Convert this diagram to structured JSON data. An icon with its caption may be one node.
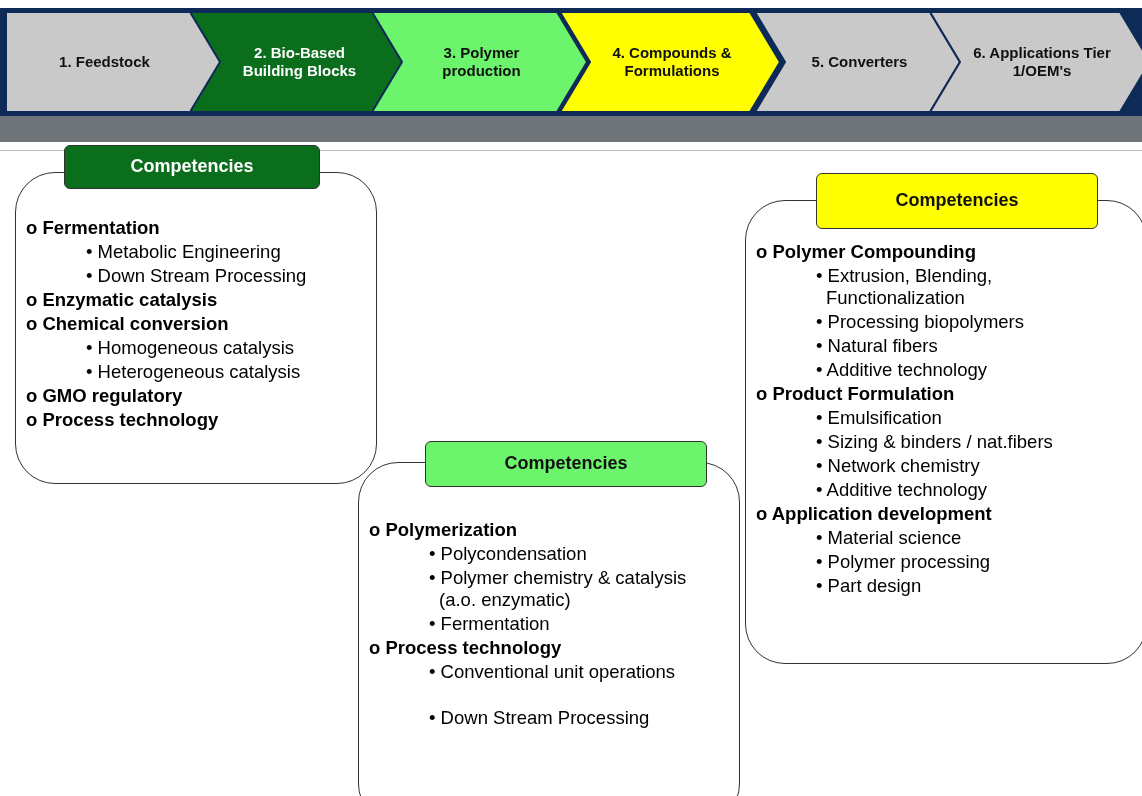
{
  "diagram": {
    "nodes": [
      {
        "text": [
          "1. Feedstock"
        ]
      },
      {
        "text": [
          "2. Bio-Based Building Blocks"
        ]
      },
      {
        "text": [
          "3. Polymer production"
        ]
      },
      {
        "text": [
          "4. Compounds & Formulations"
        ]
      },
      {
        "text": [
          "5. Converters"
        ]
      },
      {
        "text": [
          "6. Applications Tier 1/OEM's"
        ]
      },
      {
        "text": [
          "Competencies",
          "o Fermentation",
          "• Metabolic Engineering",
          "• Down Stream Processing",
          "o Enzymatic catalysis",
          "o Chemical conversion",
          "• Homogeneous catalysis",
          "• Heterogeneous catalysis",
          "o GMO regulatory",
          "o Process technology"
        ]
      },
      {
        "text": [
          "Competencies",
          "o Polymerization",
          "• Polycondensation",
          "• Polymer chemistry & catalysis (a.o. enzymatic)",
          "• Fermentation",
          "o Process technology",
          "• Conventional unit operations",
          "• Down Stream Processing"
        ]
      },
      {
        "text": [
          "Competencies",
          "o Polymer Compounding",
          "• Extrusion, Blending, Functionalization",
          "• Processing biopolymers",
          "• Natural fibers",
          "• Additive technology",
          "o Product Formulation",
          "• Emulsification",
          "• Sizing & binders / nat.fibers",
          "• Network chemistry",
          "• Additive technology",
          "o Application development",
          "• Material science",
          "• Polymer processing",
          "• Part design"
        ]
      }
    ],
    "edges": []
  }
}
